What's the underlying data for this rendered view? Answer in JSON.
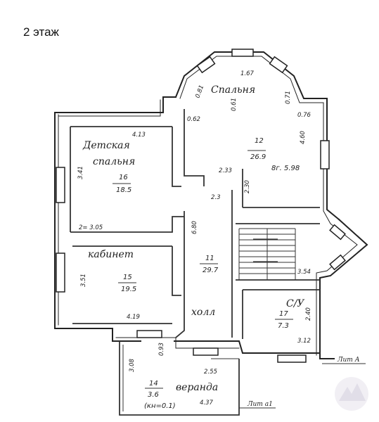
{
  "floor_label": "2 этаж",
  "rooms": {
    "bedroom_main": {
      "name": "Спальня",
      "number": "12",
      "area": "26.9",
      "extra": "8г. 5.98"
    },
    "childrens_bedroom": {
      "name_line1": "Детская",
      "name_line2": "спальня",
      "number": "16",
      "area": "18.5"
    },
    "study": {
      "name": "кабинет",
      "number": "15",
      "area": "19.5"
    },
    "hall_center": {
      "number": "11",
      "area": "29.7"
    },
    "hall": {
      "name": "холл"
    },
    "bathroom": {
      "name": "С/У",
      "number": "17",
      "area": "7.3"
    },
    "veranda": {
      "name": "веранда",
      "number": "14",
      "area": "3.6",
      "extra": "(кн=0.1)"
    }
  },
  "dimensions": {
    "d_167": "1.67",
    "d_081": "0.81",
    "d_061": "0.61",
    "d_071": "0.71",
    "d_062": "0.62",
    "d_076": "0.76",
    "d_460": "4.60",
    "d_413": "4.13",
    "d_341": "3.41",
    "d_233": "2.33",
    "d_230": "2.30",
    "d_23": "2.3",
    "d_305": "2= 3.05",
    "d_680": "6.80",
    "d_351": "3.51",
    "d_354": "3.54",
    "d_419": "4.19",
    "d_240": "2.40",
    "d_312": "3.12",
    "d_093": "0.93",
    "d_255": "2.55",
    "d_308": "3.08",
    "d_437": "4.37"
  },
  "markers": {
    "lit_a": "Лит А",
    "lit_a1": "Лит а1"
  }
}
